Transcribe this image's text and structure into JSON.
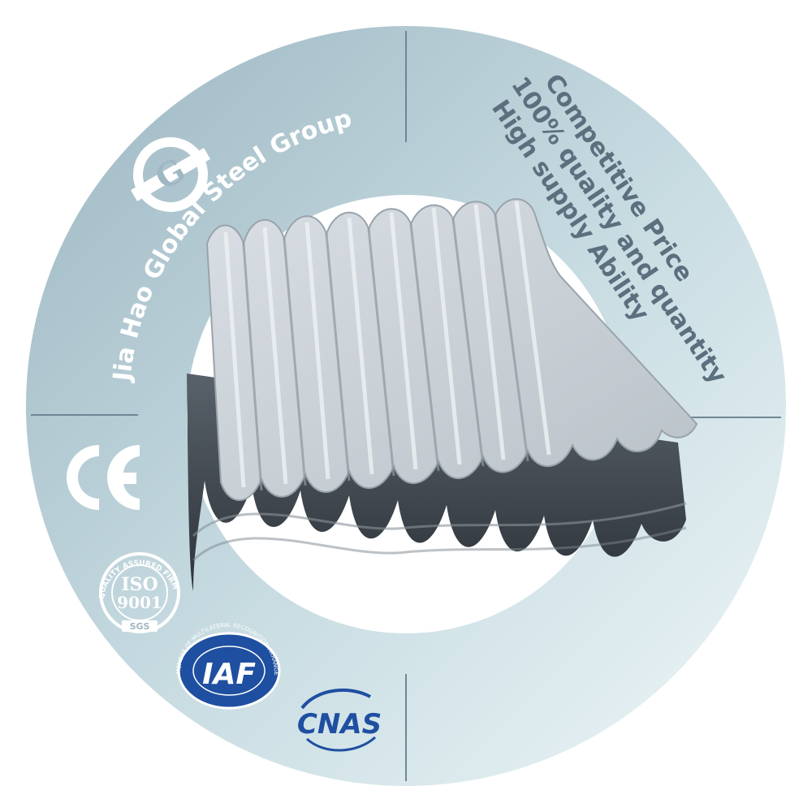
{
  "brand": {
    "name": "Jia Hao Global Steel Group",
    "logo_letter": "G",
    "color": "#ffffff"
  },
  "features": {
    "line1": "Competitive Price",
    "line2": "100% quality and quantity",
    "line3": "High supply Ability",
    "color": "#5b6f7e"
  },
  "certifications": {
    "ce": {
      "mark": "CE",
      "icon": "ce-mark-icon"
    },
    "iso": {
      "ring_text": "QUALITY ASSURED FIRM",
      "line1": "ISO",
      "line2": "9001",
      "footer": "SGS",
      "icon": "iso-9001-seal-icon"
    },
    "iaf": {
      "ring_text": "MEMBER OF MULTILATERAL RECOGNITION ARRANGEMENT",
      "mark": "IAF",
      "icon": "iaf-badge-icon"
    },
    "cnas": {
      "mark": "CNAS",
      "icon": "cnas-logo-icon"
    }
  },
  "product": {
    "icon": "corrugated-steel-sheet-icon"
  },
  "colors": {
    "ring_light": "#e2eef1",
    "ring_dark": "#9fb7c2",
    "divider": "#6e8795",
    "badge_blue": "#1f4fa0"
  }
}
